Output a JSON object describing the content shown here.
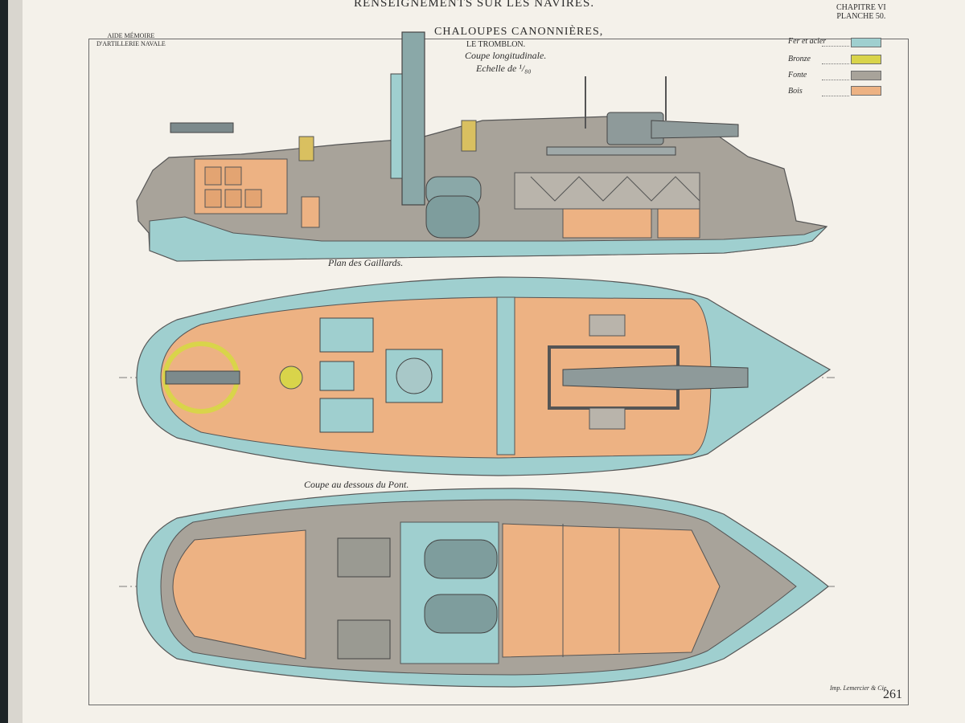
{
  "header": {
    "title": "RENSEIGNEMENTS SUR LES NAVIRES.",
    "chapter": "CHAPITRE VI",
    "plate": "PLANCHE 50.",
    "aide_line1": "AIDE MÉMOIRE",
    "aide_line2": "D'ARTILLERIE NAVALE"
  },
  "plate": {
    "title": "CHALOUPES CANONNIÈRES,",
    "ship_name": "LE TROMBLON.",
    "subtitle": "Coupe longitudinale.",
    "scale": "Echelle de ¹/₈₀"
  },
  "legend": [
    {
      "label": "Fer et acier",
      "color": "#9fcfcf"
    },
    {
      "label": "Bronze",
      "color": "#d9d44a"
    },
    {
      "label": "Fonte",
      "color": "#a8a39a"
    },
    {
      "label": "Bois",
      "color": "#edb283"
    }
  ],
  "sections": {
    "plan": "Plan des Gaillards.",
    "coupe": "Coupe au dessous du Pont."
  },
  "footer": {
    "printer": "Imp. Lemercier & Cie",
    "page_number": "261"
  },
  "colors": {
    "steel": "#9fcfcf",
    "bronze": "#d9d44a",
    "cast_iron": "#a8a39a",
    "wood": "#edb283",
    "paper": "#f4f1ea"
  }
}
